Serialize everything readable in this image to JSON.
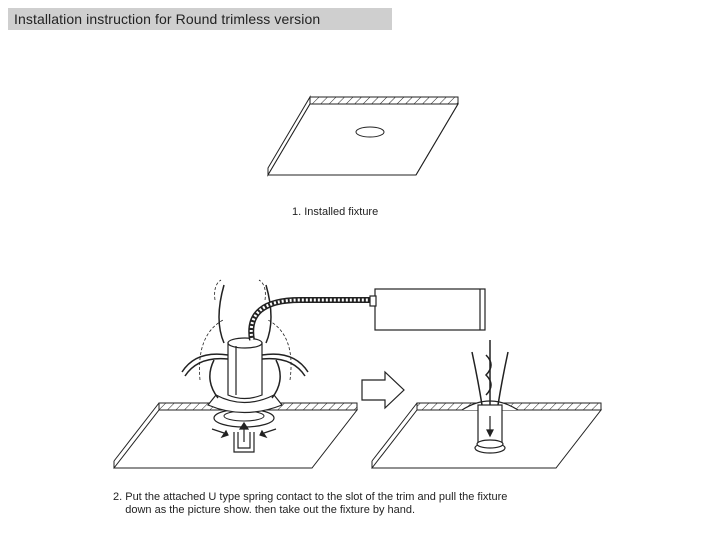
{
  "header": {
    "title": "Installation instruction for Round trimless version"
  },
  "steps": [
    {
      "caption": "1. Installed fixture"
    },
    {
      "caption": "2. Put the attached U type spring contact to the slot of the trim and pull the fixture\n    down as the picture show. then take out the fixture by hand."
    }
  ]
}
